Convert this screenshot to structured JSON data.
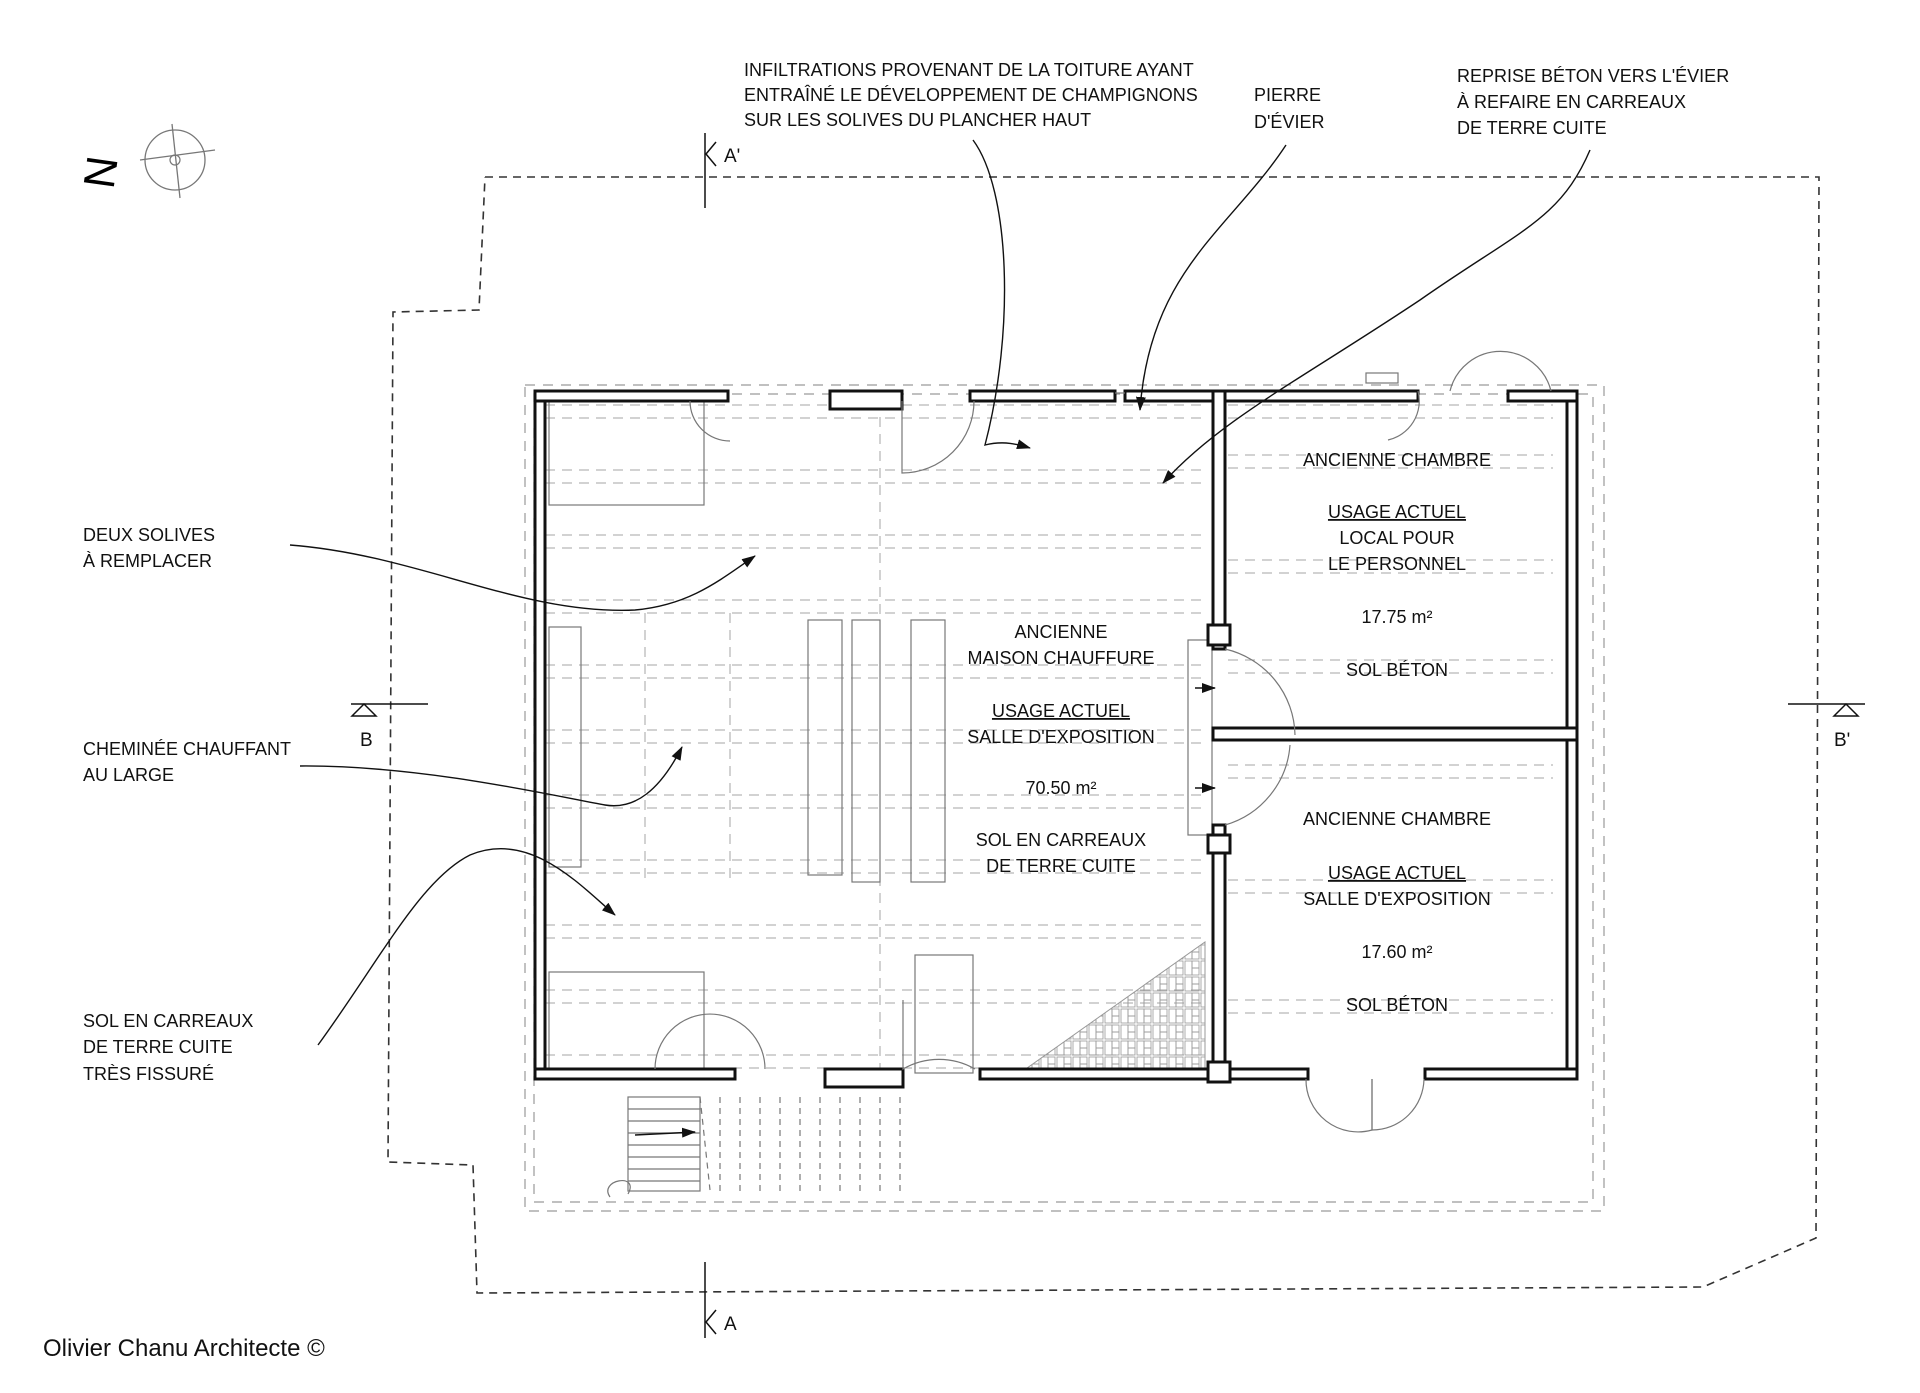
{
  "plan": {
    "credit": "Olivier Chanu Architecte ©",
    "north_symbol": "N",
    "sections": {
      "a_top": "A'",
      "a_bottom": "A",
      "b_left": "B",
      "b_right": "B'"
    },
    "annotations": {
      "infiltrations": [
        "INFILTRATIONS PROVENANT DE LA TOITURE AYANT",
        "ENTRAÎNÉ LE DÉVELOPPEMENT DE CHAMPIGNONS",
        "SUR LES SOLIVES DU PLANCHER HAUT"
      ],
      "pierre": [
        "PIERRE",
        "D'ÉVIER"
      ],
      "reprise": [
        "REPRISE BÉTON VERS L'ÉVIER",
        "À REFAIRE EN CARREAUX",
        "DE TERRE CUITE"
      ],
      "solives": [
        "DEUX SOLIVES",
        "À REMPLACER"
      ],
      "cheminee": [
        "CHEMINÉE CHAUFFANT",
        "AU LARGE"
      ],
      "sol": [
        "SOL EN CARREAUX",
        "DE TERRE CUITE",
        "TRÈS FISSURÉ"
      ]
    },
    "rooms": {
      "main": {
        "former": [
          "ANCIENNE",
          "MAISON CHAUFFURE"
        ],
        "usage_title": "USAGE ACTUEL",
        "usage": "SALLE D'EXPOSITION",
        "area": "70.50 m²",
        "floor": [
          "SOL EN CARREAUX",
          "DE TERRE CUITE"
        ]
      },
      "room_top": {
        "former": "ANCIENNE CHAMBRE",
        "usage_title": "USAGE ACTUEL",
        "usage": [
          "LOCAL POUR",
          "LE PERSONNEL"
        ],
        "area": "17.75 m²",
        "floor": "SOL BÉTON"
      },
      "room_bottom": {
        "former": "ANCIENNE CHAMBRE",
        "usage_title": "USAGE ACTUEL",
        "usage": "SALLE D'EXPOSITION",
        "area": "17.60 m²",
        "floor": "SOL BÉTON"
      }
    }
  },
  "colors": {
    "ink": "#111111",
    "hatch": "#9a9a9a"
  }
}
